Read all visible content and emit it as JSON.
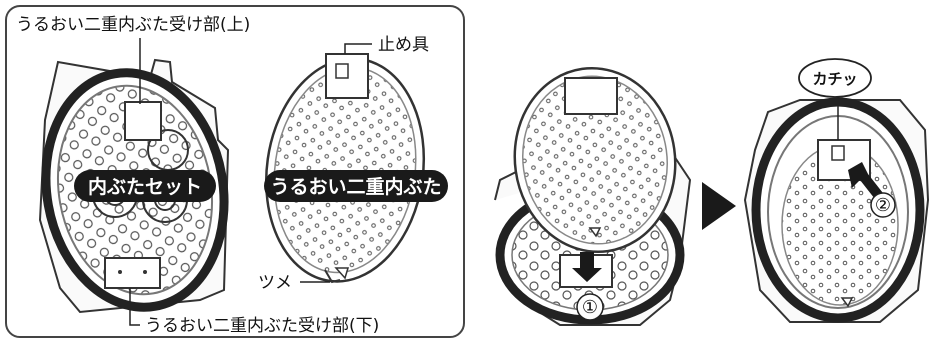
{
  "labels": {
    "receiver_top": "うるおい二重内ぶた受け部(上)",
    "stopper": "止め具",
    "lid_set": "内ぶたセット",
    "inner_lid": "うるおい二重内ぶた",
    "claw": "ツメ",
    "receiver_bottom": "うるおい二重内ぶた受け部(下)",
    "click": "カチッ",
    "step1": "①",
    "step2": "②"
  }
}
